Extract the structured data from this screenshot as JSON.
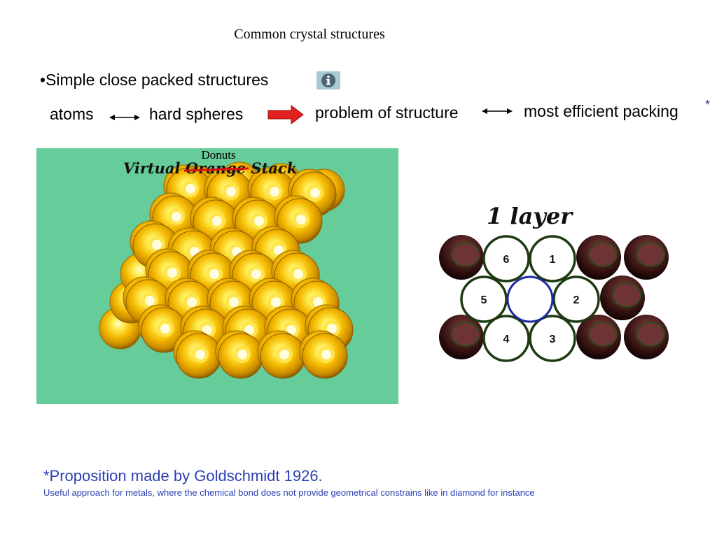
{
  "slide": {
    "title": "Common crystal structures",
    "subtitle": "•Simple close packed structures",
    "info_icon": "info-circle-icon",
    "line": {
      "atoms": "atoms",
      "hard_spheres": "hard spheres",
      "problem": "problem of structure",
      "packing": "most efficient packing",
      "asterisk": "*"
    },
    "accent_red": "#e32020",
    "accent_blue": "#2b3fb3"
  },
  "orange_stack": {
    "annotation": "Donuts",
    "title_pre": "Virtual ",
    "title_struck": "Orange",
    "title_post": " Stack",
    "background": "#66cc99"
  },
  "layer_diagram": {
    "title": "1 layer",
    "labels": [
      "1",
      "2",
      "3",
      "4",
      "5",
      "6"
    ]
  },
  "footnote": {
    "heading": "*Proposition made by Goldschmidt 1926.",
    "text": "Useful approach for metals, where the chemical bond does not provide geometrical constrains like in diamond for instance"
  }
}
